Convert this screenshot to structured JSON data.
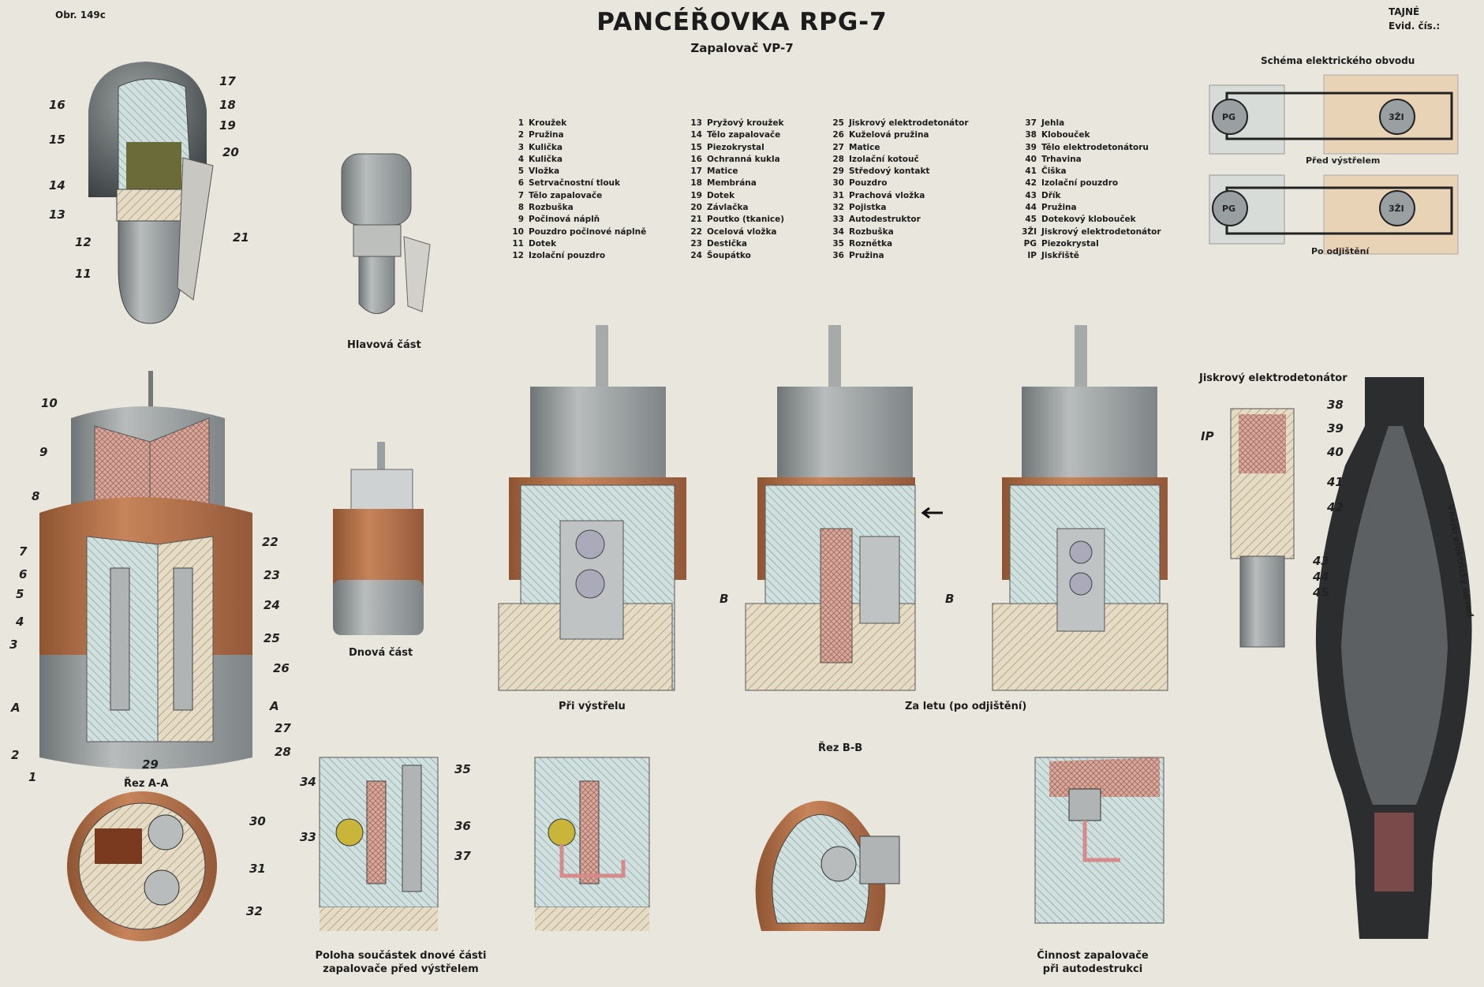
{
  "header": {
    "fig_number": "Obr. 149c",
    "title": "PANCÉŘOVKA RPG-7",
    "subtitle": "Zapalovač VP-7",
    "classification": "TAJNÉ",
    "evidence": "Evid. čís.:"
  },
  "legend": [
    [
      {
        "n": "1",
        "t": "Kroužek"
      },
      {
        "n": "2",
        "t": "Pružina"
      },
      {
        "n": "3",
        "t": "Kulička"
      },
      {
        "n": "4",
        "t": "Kulička"
      },
      {
        "n": "5",
        "t": "Vložka"
      },
      {
        "n": "6",
        "t": "Setrvačnostní tlouk"
      },
      {
        "n": "7",
        "t": "Tělo zapalovače"
      },
      {
        "n": "8",
        "t": "Rozbuška"
      },
      {
        "n": "9",
        "t": "Počinová náplň"
      },
      {
        "n": "10",
        "t": "Pouzdro počinové náplně"
      },
      {
        "n": "11",
        "t": "Dotek"
      },
      {
        "n": "12",
        "t": "Izolační pouzdro"
      }
    ],
    [
      {
        "n": "13",
        "t": "Pryžový kroužek"
      },
      {
        "n": "14",
        "t": "Tělo zapalovače"
      },
      {
        "n": "15",
        "t": "Piezokrystal"
      },
      {
        "n": "16",
        "t": "Ochranná kukla"
      },
      {
        "n": "17",
        "t": "Matice"
      },
      {
        "n": "18",
        "t": "Membrána"
      },
      {
        "n": "19",
        "t": "Dotek"
      },
      {
        "n": "20",
        "t": "Závlačka"
      },
      {
        "n": "21",
        "t": "Poutko (tkanice)"
      },
      {
        "n": "22",
        "t": "Ocelová vložka"
      },
      {
        "n": "23",
        "t": "Destička"
      },
      {
        "n": "24",
        "t": "Šoupátko"
      }
    ],
    [
      {
        "n": "25",
        "t": "Jiskrový elektrodetonátor"
      },
      {
        "n": "26",
        "t": "Kuželová pružina"
      },
      {
        "n": "27",
        "t": "Matice"
      },
      {
        "n": "28",
        "t": "Izolační kotouč"
      },
      {
        "n": "29",
        "t": "Středový kontakt"
      },
      {
        "n": "30",
        "t": "Pouzdro"
      },
      {
        "n": "31",
        "t": "Prachová vložka"
      },
      {
        "n": "32",
        "t": "Pojistka"
      },
      {
        "n": "33",
        "t": "Autodestruktor"
      },
      {
        "n": "34",
        "t": "Rozbuška"
      },
      {
        "n": "35",
        "t": "Roznětka"
      },
      {
        "n": "36",
        "t": "Pružina"
      }
    ],
    [
      {
        "n": "37",
        "t": "Jehla"
      },
      {
        "n": "38",
        "t": "Klobouček"
      },
      {
        "n": "39",
        "t": "Tělo elektrodetonátoru"
      },
      {
        "n": "40",
        "t": "Trhavina"
      },
      {
        "n": "41",
        "t": "Čiška"
      },
      {
        "n": "42",
        "t": "Izolační pouzdro"
      },
      {
        "n": "43",
        "t": "Dřík"
      },
      {
        "n": "44",
        "t": "Pružina"
      },
      {
        "n": "45",
        "t": "Dotekový klobouček"
      },
      {
        "n": "3ŽI",
        "t": "Jiskrový elektrodetonátor"
      },
      {
        "n": "PG",
        "t": "Piezokrystal"
      },
      {
        "n": "IP",
        "t": "Jiskřiště"
      }
    ]
  ],
  "captions": {
    "head_part": "Hlavová část",
    "base_part": "Dnová část",
    "section_aa": "Řez A-A",
    "on_firing": "Při výstřelu",
    "in_flight": "Za letu (po odjištění)",
    "section_bb": "Řez B-B",
    "base_parts_position_1": "Poloha součástek dnové části",
    "base_parts_position_2": "zapalovače před výstřelem",
    "self_destruct_1": "Činnost zapalovače",
    "self_destruct_2": "při autodestrukci",
    "spark_detonator": "Jiskrový elektrodetonátor",
    "circuit_title": "Schéma elektrického obvodu",
    "before_firing": "Před výstřelem",
    "after_arming": "Po odjištění",
    "external_circuit": "Vnější elektrický obvod"
  },
  "circuit": {
    "pg": "PG",
    "detonator": "3ŽI"
  },
  "section_markers": {
    "a": "A",
    "b": "B"
  },
  "part_labels": {
    "1": "1",
    "2": "2",
    "3": "3",
    "4": "4",
    "5": "5",
    "6": "6",
    "7": "7",
    "8": "8",
    "9": "9",
    "10": "10",
    "11": "11",
    "12": "12",
    "13": "13",
    "14": "14",
    "15": "15",
    "16": "16",
    "17": "17",
    "18": "18",
    "19": "19",
    "20": "20",
    "21": "21",
    "22": "22",
    "23": "23",
    "24": "24",
    "25": "25",
    "26": "26",
    "27": "27",
    "28": "28",
    "29": "29",
    "30": "30",
    "31": "31",
    "32": "32",
    "33": "33",
    "34": "34",
    "35": "35",
    "36": "36",
    "37": "37",
    "38": "38",
    "39": "39",
    "40": "40",
    "41": "41",
    "42": "42",
    "43": "43",
    "44": "44",
    "45": "45",
    "IP": "IP"
  },
  "colors": {
    "paper": "#e9e6dd",
    "metal": "#9aa0a2",
    "copper": "#b9754a",
    "hatch": "#e8dcc0",
    "pink": "#d9a8a8",
    "dark": "#333333"
  }
}
